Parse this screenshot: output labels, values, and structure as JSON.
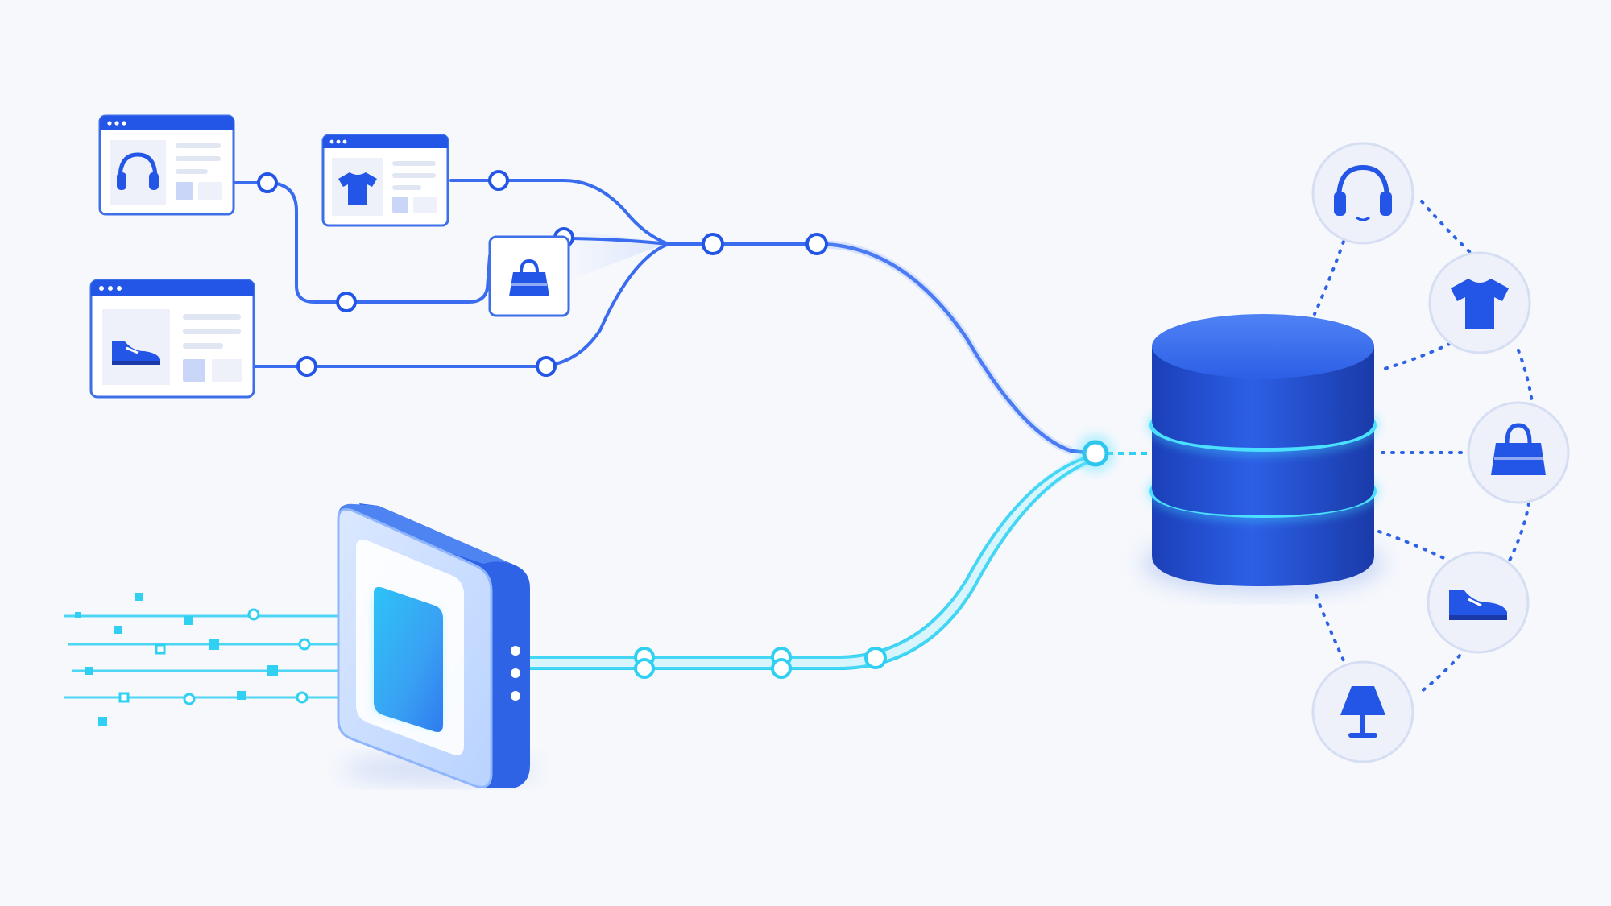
{
  "colors": {
    "background": "#f6f8fc",
    "primary_blue": "#2355e6",
    "deep_blue": "#1f47c6",
    "line_blue": "#3a6cf0",
    "cyan": "#2fd0f2",
    "cyan_light": "#9aefff",
    "card_border": "#3d6fe8",
    "card_fill": "#ffffff",
    "card_panel": "#eef1f9",
    "circle_fill": "#eef1fa",
    "circle_border": "#d6def3"
  },
  "sources": [
    {
      "id": "headphones-card",
      "icon": "headphones-icon"
    },
    {
      "id": "tshirt-card",
      "icon": "tshirt-icon"
    },
    {
      "id": "bag-card",
      "icon": "handbag-icon"
    },
    {
      "id": "sneaker-card",
      "icon": "sneaker-icon"
    }
  ],
  "destination": {
    "id": "database",
    "icon": "database-icon"
  },
  "ingest": {
    "id": "ingest-device",
    "icon": "device-icon"
  },
  "output_categories": [
    {
      "id": "category-headphones",
      "icon": "headphones-icon"
    },
    {
      "id": "category-tshirt",
      "icon": "tshirt-icon"
    },
    {
      "id": "category-handbag",
      "icon": "handbag-icon"
    },
    {
      "id": "category-sneaker",
      "icon": "sneaker-icon"
    },
    {
      "id": "category-lamp",
      "icon": "lamp-icon"
    }
  ]
}
